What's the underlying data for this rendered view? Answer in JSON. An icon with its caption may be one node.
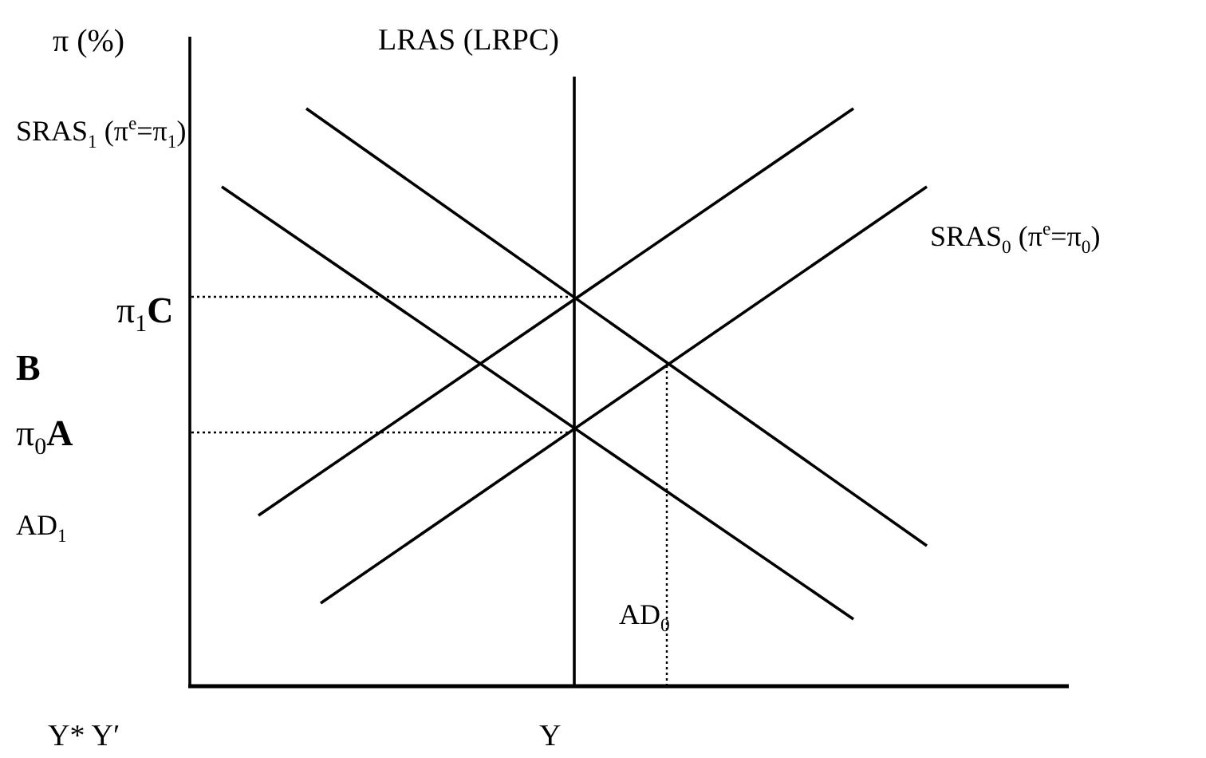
{
  "diagram": {
    "labels": [
      "π (%)",
      "LRAS (LRPC)",
      "SRAS$_{1}$ (π$^{e}$=π$_{1}$)",
      "SRAS$_{0}$ (π$^{e}$=π$_{0}$)",
      "π$_{1}$**C**",
      "B",
      "π$_{0}$**A**",
      "AD$_{1}$",
      "AD$_{0}$",
      "Y* Y′",
      "Y"
    ]
  }
}
